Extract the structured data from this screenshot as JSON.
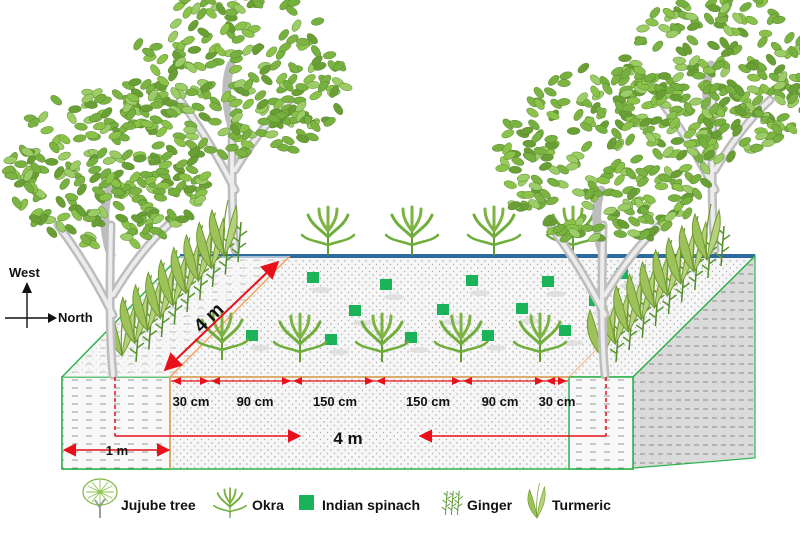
{
  "compass": {
    "north_label": "North",
    "west_label": "West"
  },
  "dimensions": {
    "depth_label": "4 m",
    "width_label": "4 m",
    "border_label": "1 m",
    "spacings": [
      "30 cm",
      "90 cm",
      "150 cm",
      "150 cm",
      "90 cm",
      "30 cm"
    ]
  },
  "legend": [
    {
      "label": "Jujube tree",
      "icon": "jujube-tree-icon"
    },
    {
      "label": "Okra",
      "icon": "okra-icon"
    },
    {
      "label": "Indian spinach",
      "icon": "indian-spinach-icon"
    },
    {
      "label": "Ginger",
      "icon": "ginger-icon"
    },
    {
      "label": "Turmeric",
      "icon": "turmeric-icon"
    }
  ],
  "colors": {
    "leaf_green": "#7cb342",
    "spinach_green": "#1bb35a",
    "arrow_red": "#e8101a",
    "border_green": "#2db34a",
    "back_edge_blue": "#2d6aa0",
    "orange_line": "#f5a05a"
  }
}
